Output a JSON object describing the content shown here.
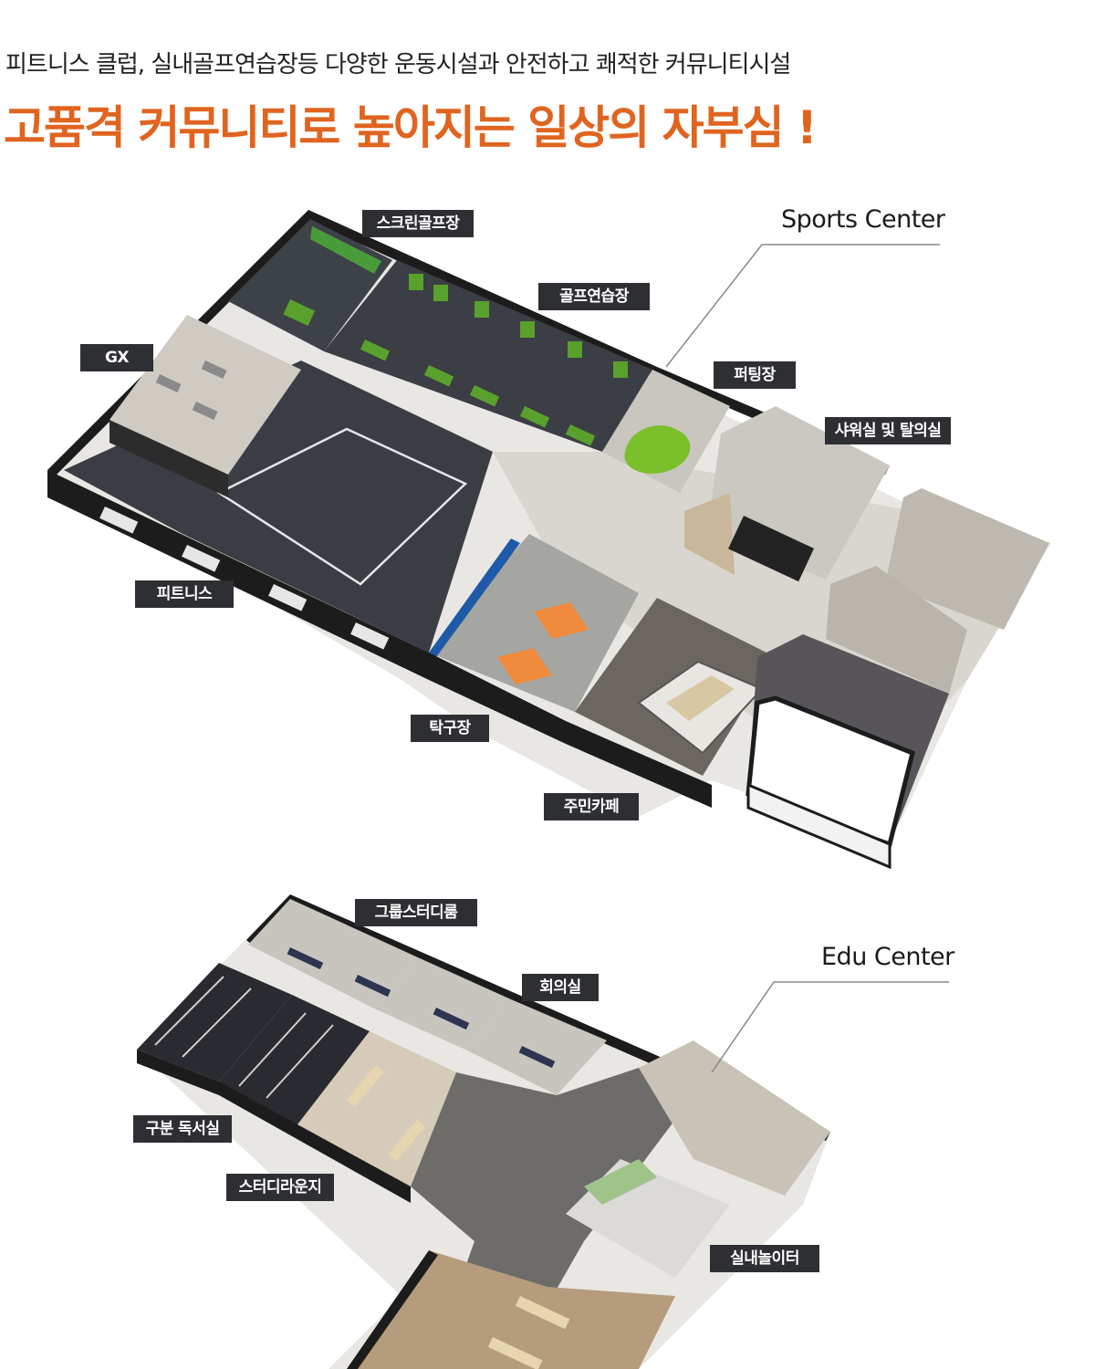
{
  "header": {
    "subtitle": "피트니스 클럽, 실내골프연습장등 다양한 운동시설과  안전하고 쾌적한 커뮤니티시설",
    "headline": "고품격 커뮤니티로 높아지는 일상의 자부심 !"
  },
  "sports_center": {
    "title": "Sports Center",
    "labels": {
      "screen_golf": "스크린골프장",
      "golf_practice": "골프연습장",
      "gx": "GX",
      "putting": "퍼팅장",
      "shower": "샤워실 및 탈의실",
      "fitness": "피트니스",
      "table_tennis": "탁구장",
      "resident_cafe": "주민카페"
    }
  },
  "edu_center": {
    "title": "Edu Center",
    "labels": {
      "group_study": "그룹스터디룸",
      "meeting_room": "회의실",
      "reading_room": "구분 독서실",
      "study_lounge": "스터디라운지",
      "indoor_playground": "실내놀이터"
    }
  },
  "colors": {
    "accent": "#e0641f",
    "tag_bg": "#2d2f33",
    "wall": "#1c1c1c",
    "floor_dark": "#3a3d44",
    "floor_light": "#d9d6cf",
    "golf_green": "#5aa02c"
  }
}
